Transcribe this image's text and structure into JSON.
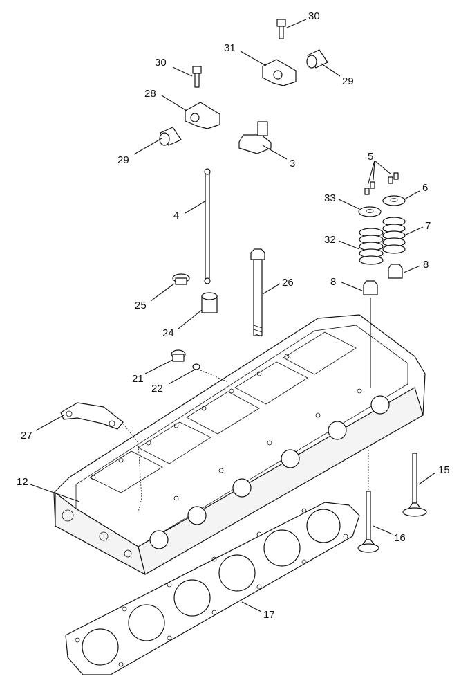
{
  "diagram": {
    "callouts": [
      {
        "id": "30a",
        "text": "30"
      },
      {
        "id": "31",
        "text": "31"
      },
      {
        "id": "29a",
        "text": "29"
      },
      {
        "id": "30b",
        "text": "30"
      },
      {
        "id": "28",
        "text": "28"
      },
      {
        "id": "29b",
        "text": "29"
      },
      {
        "id": "3",
        "text": "3"
      },
      {
        "id": "5",
        "text": "5"
      },
      {
        "id": "6",
        "text": "6"
      },
      {
        "id": "33",
        "text": "33"
      },
      {
        "id": "7",
        "text": "7"
      },
      {
        "id": "4",
        "text": "4"
      },
      {
        "id": "32",
        "text": "32"
      },
      {
        "id": "8a",
        "text": "8"
      },
      {
        "id": "8b",
        "text": "8"
      },
      {
        "id": "26",
        "text": "26"
      },
      {
        "id": "25",
        "text": "25"
      },
      {
        "id": "24",
        "text": "24"
      },
      {
        "id": "21",
        "text": "21"
      },
      {
        "id": "22",
        "text": "22"
      },
      {
        "id": "27",
        "text": "27"
      },
      {
        "id": "12",
        "text": "12"
      },
      {
        "id": "15",
        "text": "15"
      },
      {
        "id": "16",
        "text": "16"
      },
      {
        "id": "17",
        "text": "17"
      }
    ]
  }
}
